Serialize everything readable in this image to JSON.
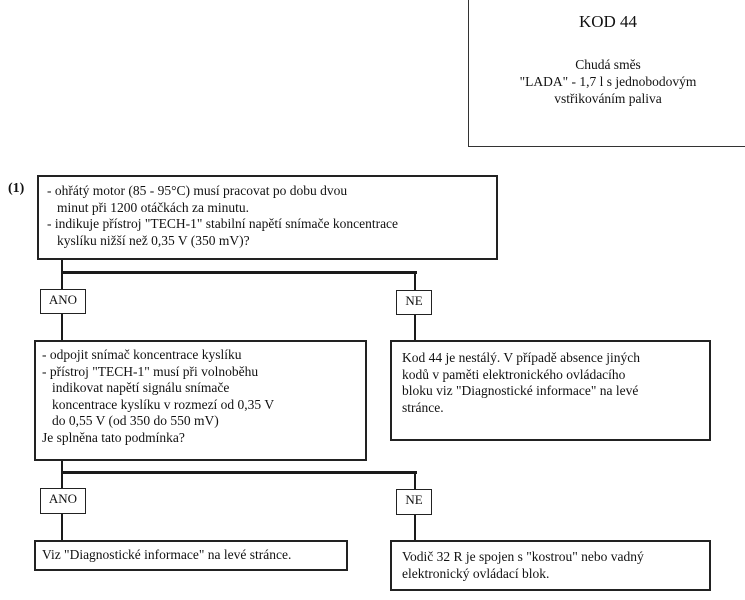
{
  "header": {
    "code": "KOD 44",
    "subtitle_lines": [
      "Chudá směs",
      "\"LADA\" - 1,7 l s jednobodovým",
      "vstřikováním paliva"
    ]
  },
  "step1": {
    "number": "(1)",
    "lines": [
      "- ohřátý motor (85 - 95°C) musí pracovat po dobu dvou",
      "minut při 1200 otáčkách za minutu.",
      "- indikuje přístroj \"TECH-1\" stabilní napětí snímače koncentrace",
      "kyslíku nižší než 0,35 V (350 mV)?"
    ]
  },
  "branch1": {
    "yes": "ANO",
    "no": "NE"
  },
  "step2": {
    "lines": [
      "- odpojit snímač koncentrace kyslíku",
      "- přístroj \"TECH-1\" musí při volnoběhu",
      "indikovat napětí signálu snímače",
      "koncentrace kyslíku v rozmezí od 0,35 V",
      "do 0,55 V (od 350 do 550 mV)",
      "Je splněna tato podmínka?"
    ]
  },
  "no1_result": {
    "lines": [
      "Kod 44 je nestálý. V případě absence jiných",
      "kodů v paměti elektronického ovládacího",
      "bloku viz \"Diagnostické informace\" na levé",
      "stránce."
    ]
  },
  "branch2": {
    "yes": "ANO",
    "no": "NE"
  },
  "yes2_result": {
    "text": "Viz \"Diagnostické informace\" na levé stránce."
  },
  "no2_result": {
    "lines": [
      "Vodič 32 R je spojen s \"kostrou\" nebo vadný",
      "elektronický ovládací blok."
    ]
  }
}
